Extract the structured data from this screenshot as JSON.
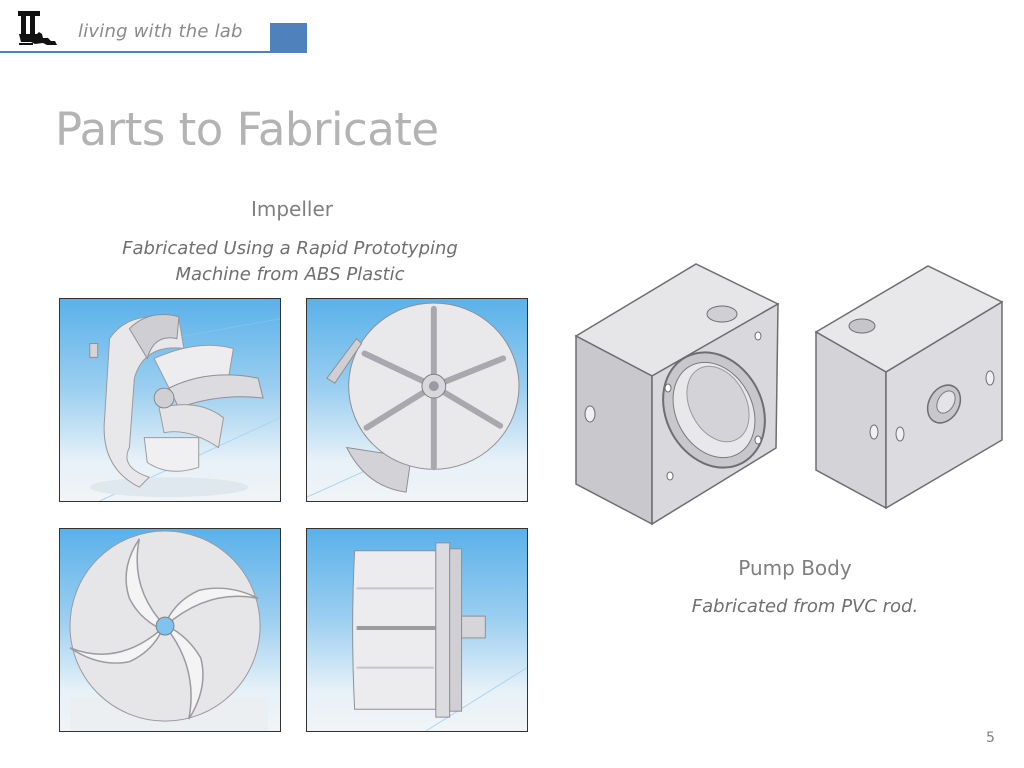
{
  "header": {
    "brand_text": "living with the lab",
    "accent_color": "#4f81bd",
    "logo_icon": "louisiana-tech-logo-icon"
  },
  "slide": {
    "title": "Parts to Fabricate",
    "page_number": "5"
  },
  "impeller": {
    "heading": "Impeller",
    "caption_line1": "Fabricated Using a Rapid Prototyping",
    "caption_line2": "Machine from ABS Plastic",
    "images": [
      "impeller-isometric-image",
      "impeller-back-view-image",
      "impeller-front-view-image",
      "impeller-side-view-image"
    ]
  },
  "pump_body": {
    "heading": "Pump Body",
    "caption": "Fabricated from PVC rod.",
    "images": [
      "pump-body-front-image",
      "pump-body-back-image"
    ]
  }
}
